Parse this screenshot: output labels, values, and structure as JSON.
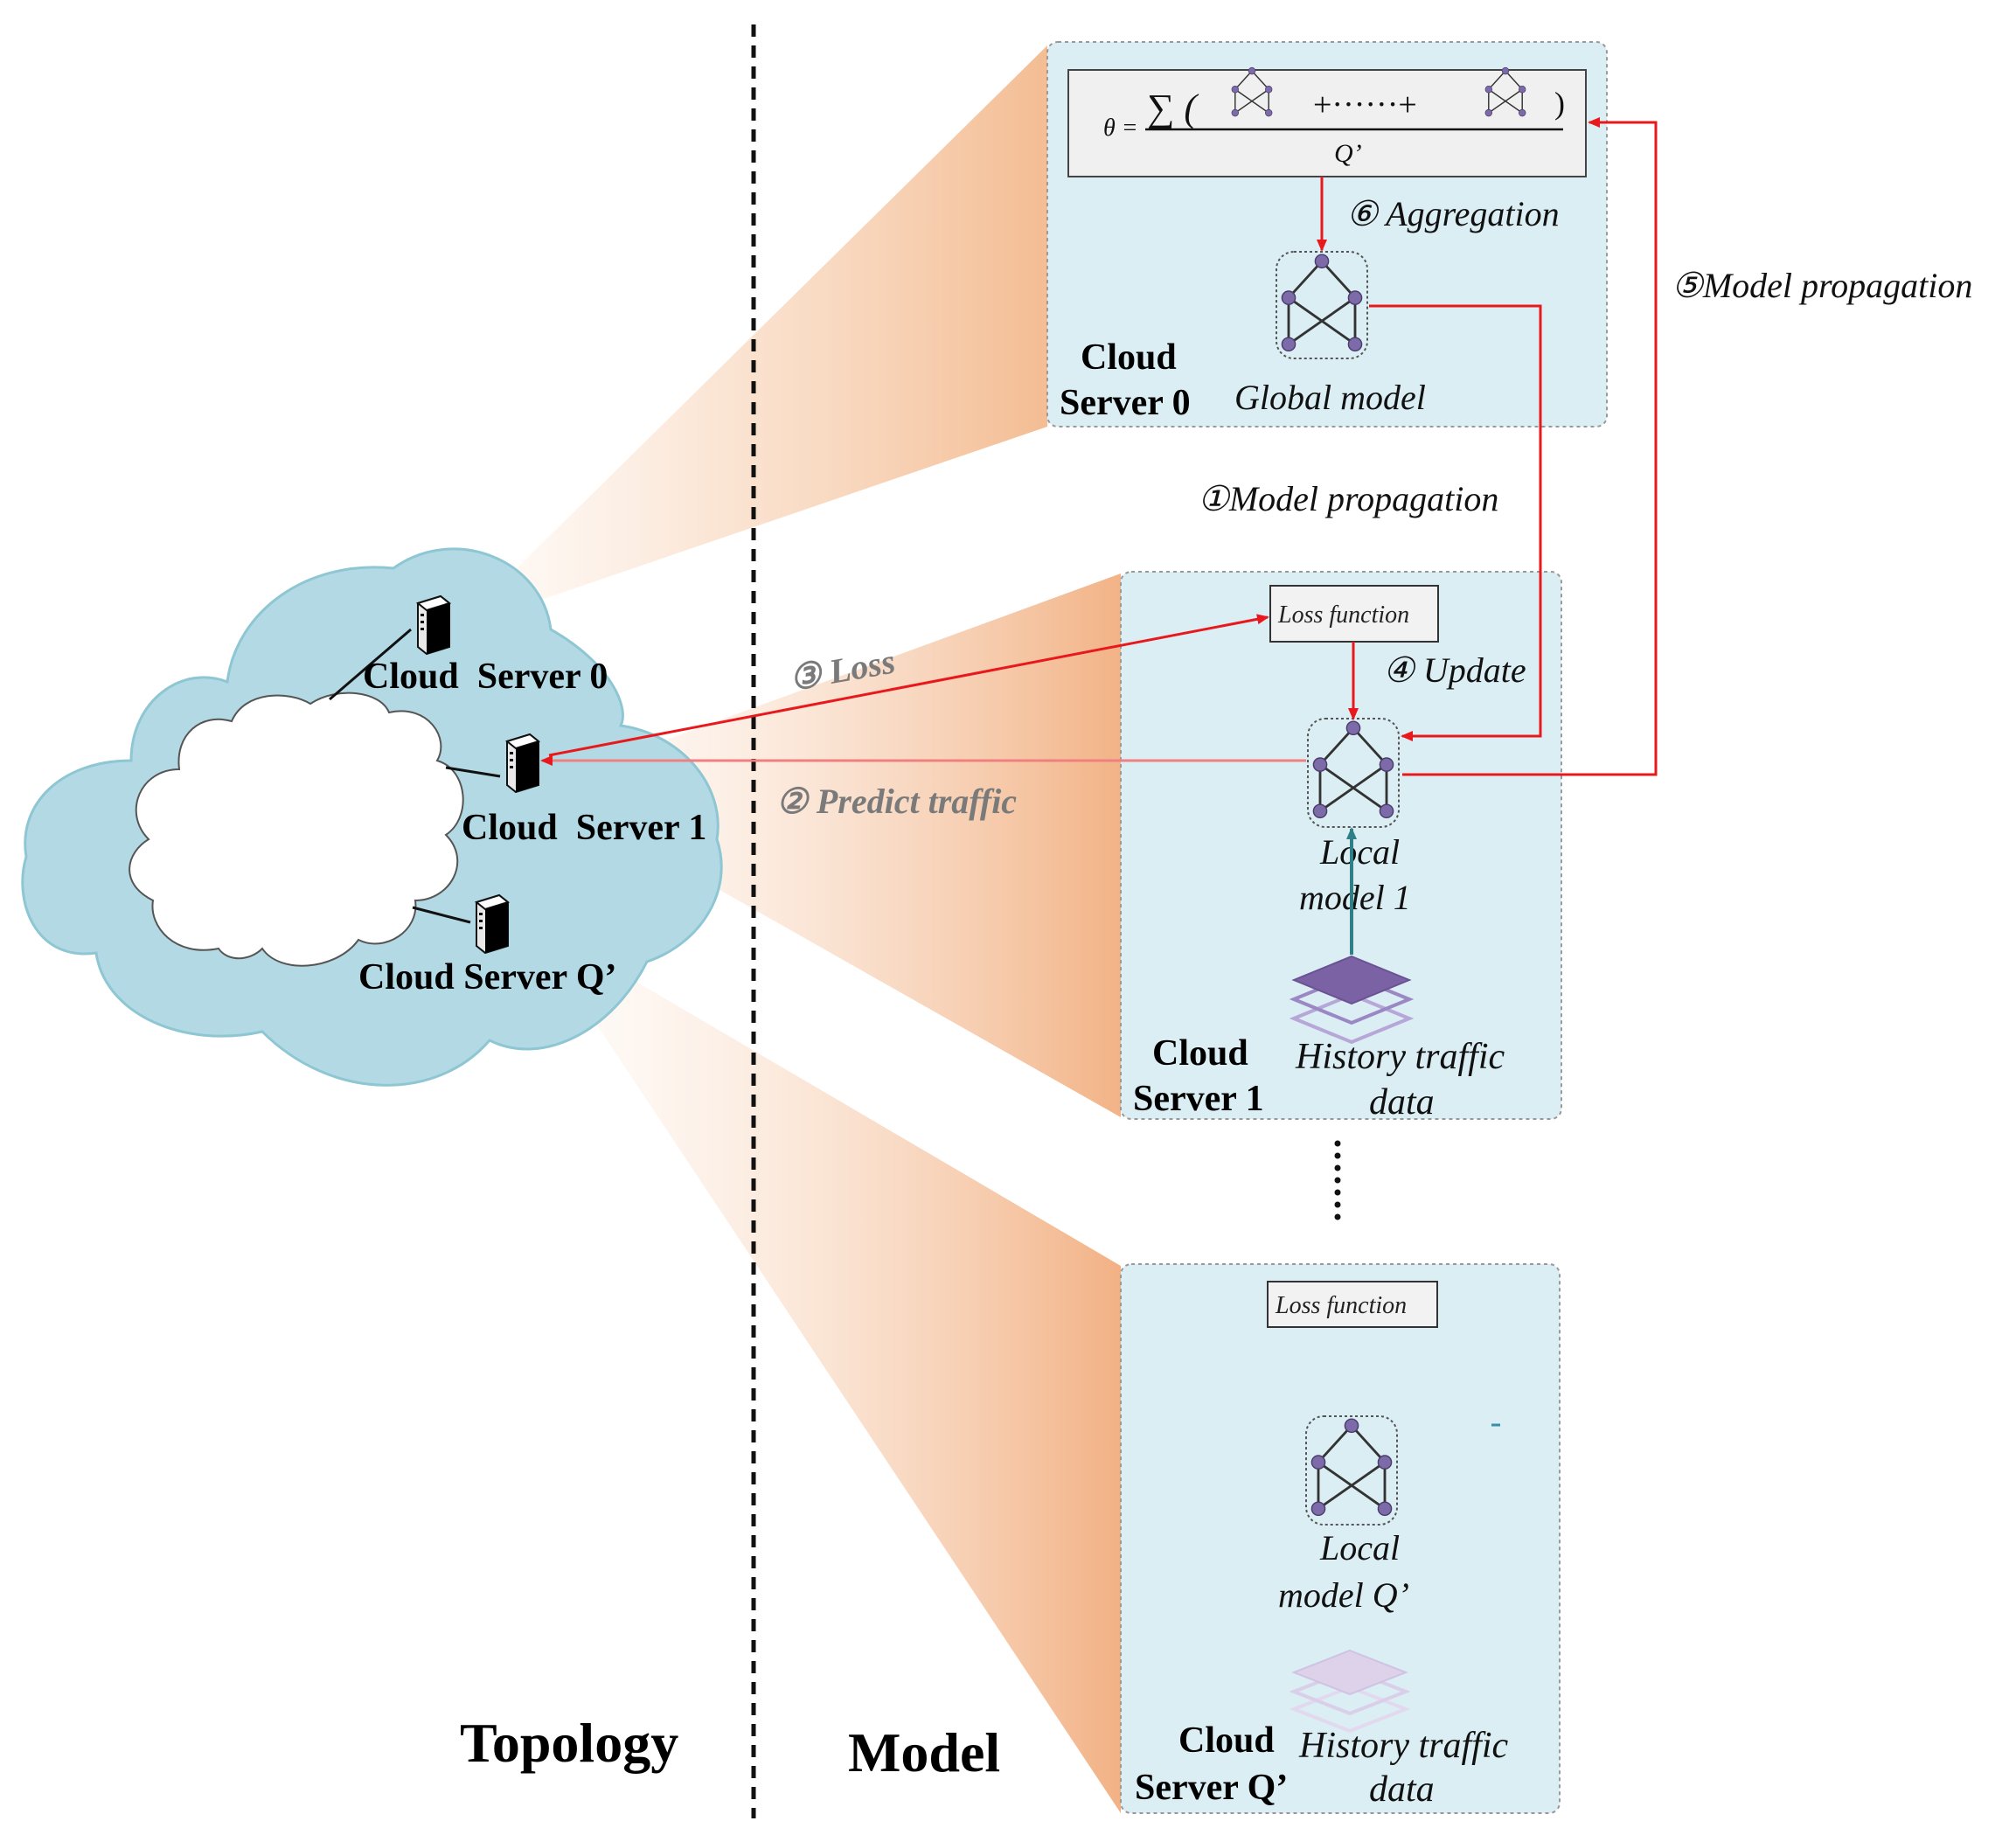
{
  "sections": {
    "topology": "Topology",
    "model": "Model"
  },
  "topology": {
    "server0": "Cloud  Server 0",
    "server1": "Cloud  Server 1",
    "serverQ": "Cloud Server Q’"
  },
  "panels": {
    "server0": {
      "title_line1": "Cloud",
      "title_line2": "Server 0",
      "formula_theta": "θ =",
      "formula_sum": "∑ (",
      "formula_dots": "+······+",
      "formula_close": ")",
      "formula_denominator": "Q’",
      "model_label": "Global model"
    },
    "server1": {
      "title_line1": "Cloud",
      "title_line2": "Server 1",
      "loss_box": "Loss function",
      "model_line1": "Local",
      "model_line2": "model 1",
      "data_line1": "History traffic",
      "data_line2": "data"
    },
    "serverQ": {
      "title_line1": "Cloud",
      "title_line2": "Server Q’",
      "loss_box": "Loss function",
      "model_line1": "Local",
      "model_line2": "model Q’",
      "data_line1": "History traffic",
      "data_line2": "data"
    }
  },
  "steps": {
    "s1": "①Model propagation",
    "s2": "② Predict traffic",
    "s3": "③ Loss",
    "s4": "④ Update",
    "s5": "⑤Model propagation",
    "s6": "⑥ Aggregation"
  },
  "colors": {
    "panel_fill": "#dbeef4",
    "cloud_fill": "#b3dae4",
    "arrow_red": "#e8191c",
    "arrow_teal": "#2e7f86",
    "node_purple": "#7d6aa8",
    "beam": "#f3b98d"
  }
}
